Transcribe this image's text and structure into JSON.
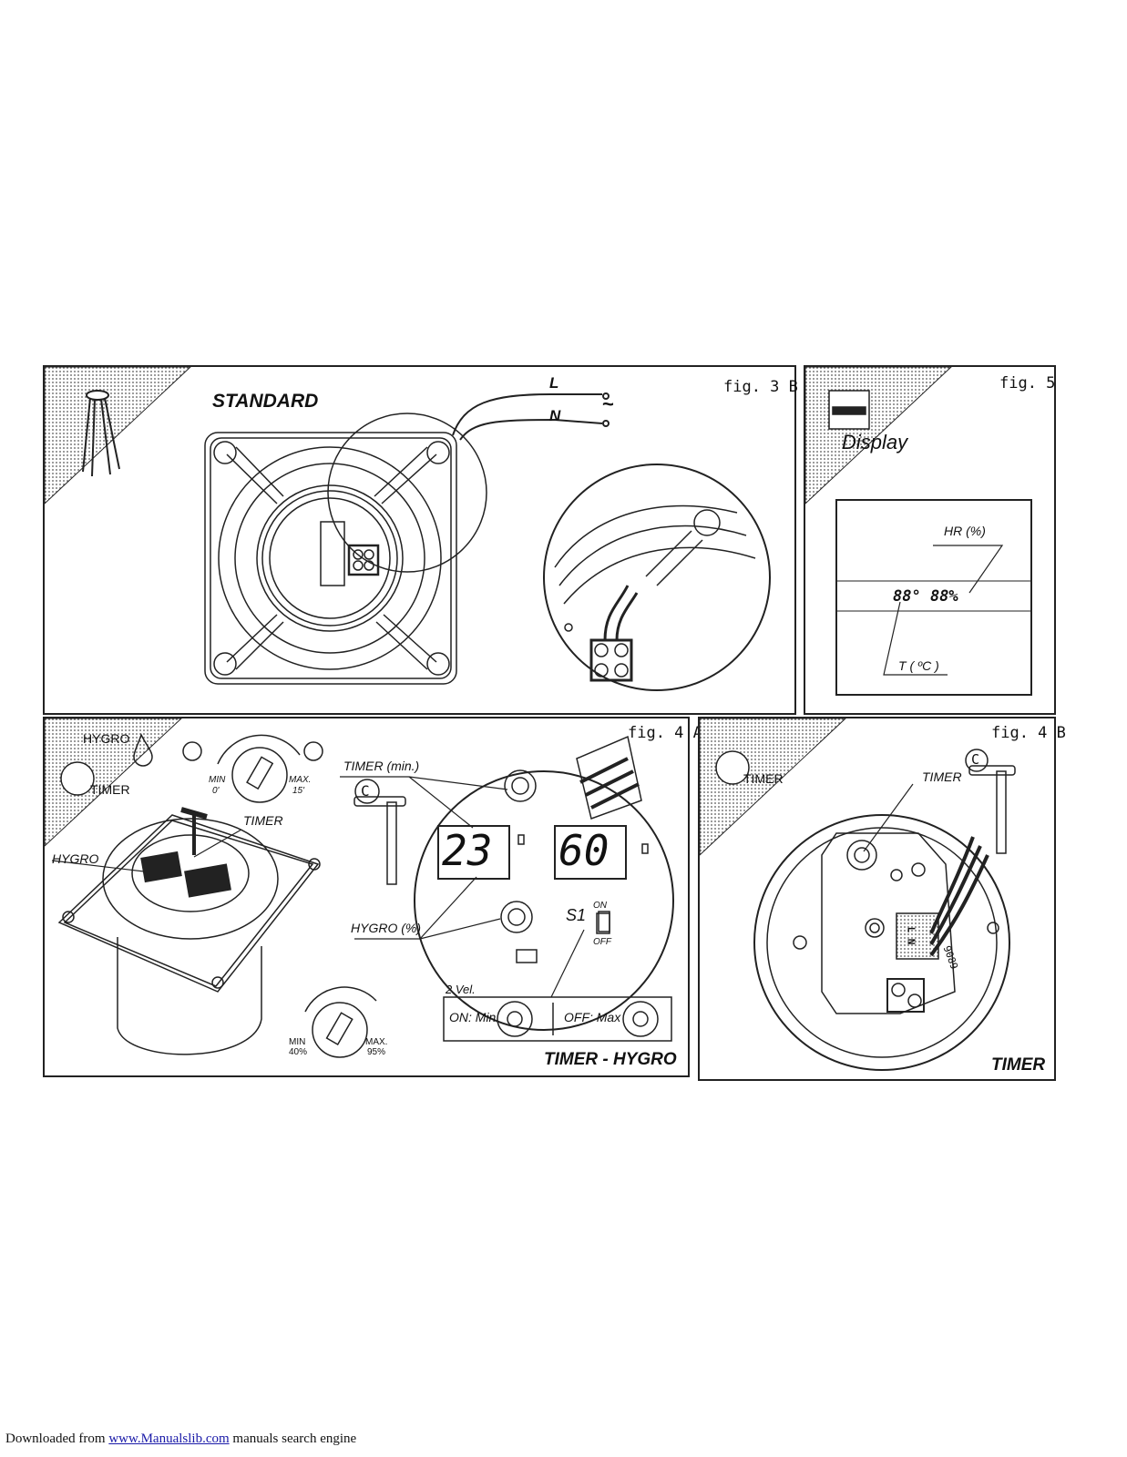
{
  "fig3b": {
    "title": "STANDARD",
    "fig_label": "fig. 3 B",
    "label_L": "L",
    "label_N": "N",
    "tilde": "~"
  },
  "fig5": {
    "fig_label": "fig. 5",
    "display_label": "Display",
    "hr_label": "HR (%)",
    "t_label": "T ( ºC )",
    "readout": "88° 88%"
  },
  "fig4a": {
    "fig_label": "fig. 4 A",
    "hygro_icon_label": "HYGRO",
    "timer_icon_label": "TIMER",
    "timer_dial_min": "MIN",
    "timer_dial_min_val": "0'",
    "timer_dial_max": "MAX.",
    "timer_dial_max_val": "15'",
    "timer_callout": "TIMER",
    "hygro_callout": "HYGRO",
    "timer_min_label": "TIMER (min.)",
    "hygro_pct_label": "HYGRO (%)",
    "display_left": "23",
    "display_right": "60",
    "s1_label": "S1",
    "s1_on": "ON",
    "s1_off": "OFF",
    "vel_label": "2 Vel.",
    "on_min": "ON: Min",
    "off_max": "OFF: Max",
    "hygro_dial_min": "MIN",
    "hygro_dial_min_val": "40%",
    "hygro_dial_max": "MAX.",
    "hygro_dial_max_val": "95%",
    "title": "TIMER - HYGRO",
    "key_letter": "C"
  },
  "fig4b": {
    "fig_label": "fig. 4 B",
    "timer_icon_label": "TIMER",
    "timer_callout": "TIMER",
    "title": "TIMER",
    "key_letter": "C",
    "terminal_text": "L N",
    "part_number": "9089"
  },
  "footer": {
    "prefix": "Downloaded from ",
    "link": "www.Manualslib.com",
    "suffix": " manuals search engine"
  }
}
